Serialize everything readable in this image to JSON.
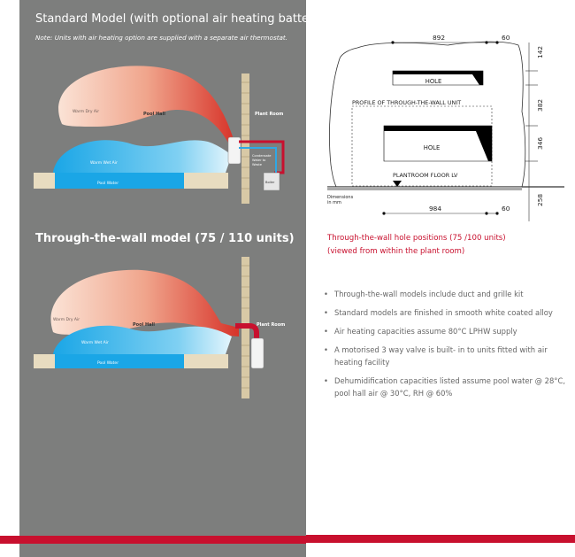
{
  "standard": {
    "title": "Standard Model (with optional air heating battery)",
    "note": "Note: Units with air heating option are supplied with a separate air thermostat.",
    "labels": {
      "warm_dry_air": "Warm Dry Air",
      "pool_hall": "Pool Hall",
      "plant_room": "Plant Room",
      "warm_wet_air": "Warm Wet Air",
      "pool_water": "Pool Water",
      "condensate": "Condensate",
      "water_to": "Water to",
      "waste": "Waste",
      "boiler": "Boiler"
    }
  },
  "through_wall": {
    "title": "Through-the-wall model (75 / 110 units)",
    "labels": {
      "warm_dry_air": "Warm Dry Air",
      "pool_hall": "Pool Hall",
      "plant_room": "Plant Room",
      "warm_wet_air": "Warm Wet Air",
      "pool_water": "Pool Water"
    }
  },
  "dimensions": {
    "top_width": "892",
    "top_right": "60",
    "bottom_width": "984",
    "bottom_right": "60",
    "v1": "142",
    "v2": "382",
    "v3": "346",
    "v4": "258",
    "hole": "HOLE",
    "profile": "PROFILE OF THROUGH-THE-WALL UNIT",
    "floor": "PLANTROOM FLOOR LV",
    "dim_label_1": "Dimensions",
    "dim_label_2": "in mm"
  },
  "caption": {
    "line1": "Through-the-wall hole positions (75 /100 units)",
    "line2": "(viewed from within the plant room)"
  },
  "bullets": [
    "Through-the-wall models include duct and grille kit",
    "Standard models are finished in smooth white coated alloy",
    "Air heating capacities assume 80°C LPHW supply",
    "A motorised 3 way valve is built- in to units fitted with air heating facility",
    "Dehumidification capacities listed assume pool water @ 28°C, pool hall air @ 30°C, RH @ 60%"
  ],
  "colors": {
    "panel": "#7d7e7d",
    "accent_red": "#c8102e",
    "water_blue": "#2ea8e6",
    "sand": "#e8dcc0"
  }
}
